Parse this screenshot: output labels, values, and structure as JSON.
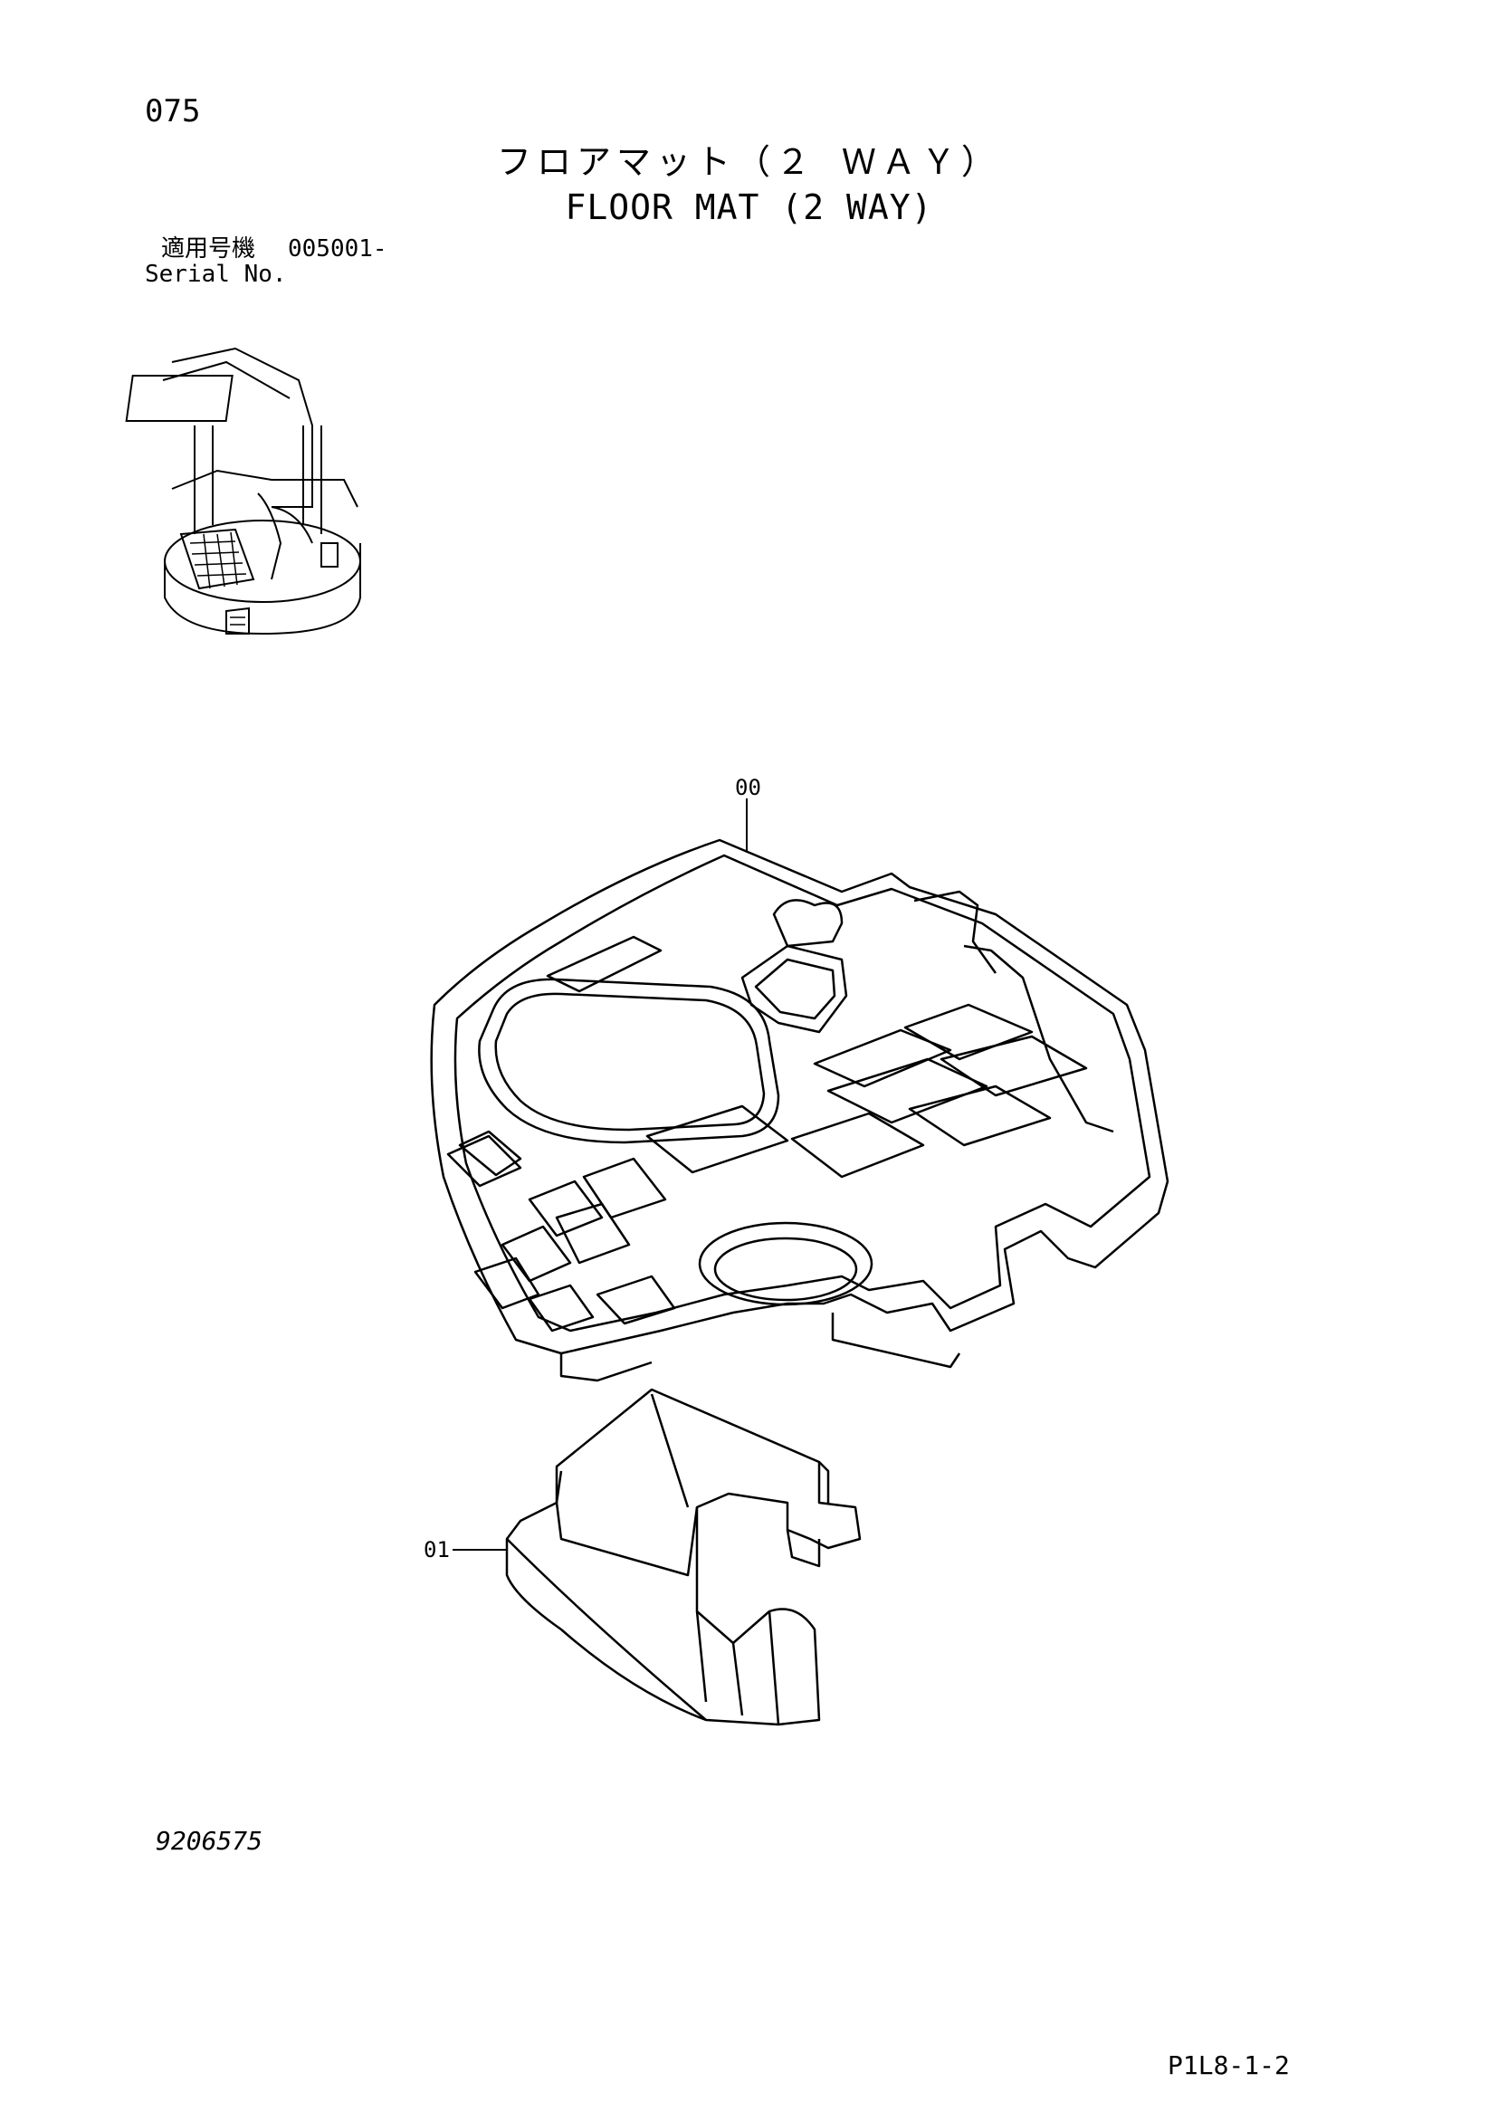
{
  "header": {
    "page_number": "075",
    "title_ja": "フロアマット（２ ＷＡＹ）",
    "title_en": "FLOOR MAT (2 WAY)",
    "serial_label_ja": "適用号機",
    "serial_from": "005001-",
    "serial_label_en": "Serial No."
  },
  "callouts": {
    "part_00": "00",
    "part_01": "01"
  },
  "footer": {
    "drawing_number": "9206575",
    "sheet_code": "P1L8-1-2"
  }
}
